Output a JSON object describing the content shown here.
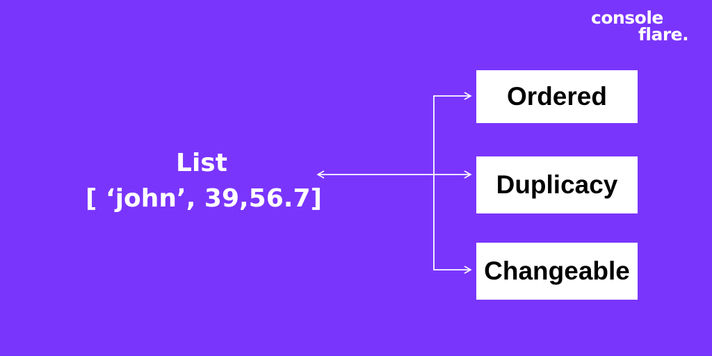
{
  "brand": {
    "line1": "console",
    "line2": "flare."
  },
  "diagram": {
    "title": "List",
    "value": "[ ‘john’, 39,56.7]",
    "properties": [
      "Ordered",
      "Duplicacy",
      "Changeable"
    ]
  },
  "colors": {
    "background": "#7a35fd",
    "box": "#ffffff",
    "box_text": "#000000",
    "lines": "#ffffff"
  }
}
